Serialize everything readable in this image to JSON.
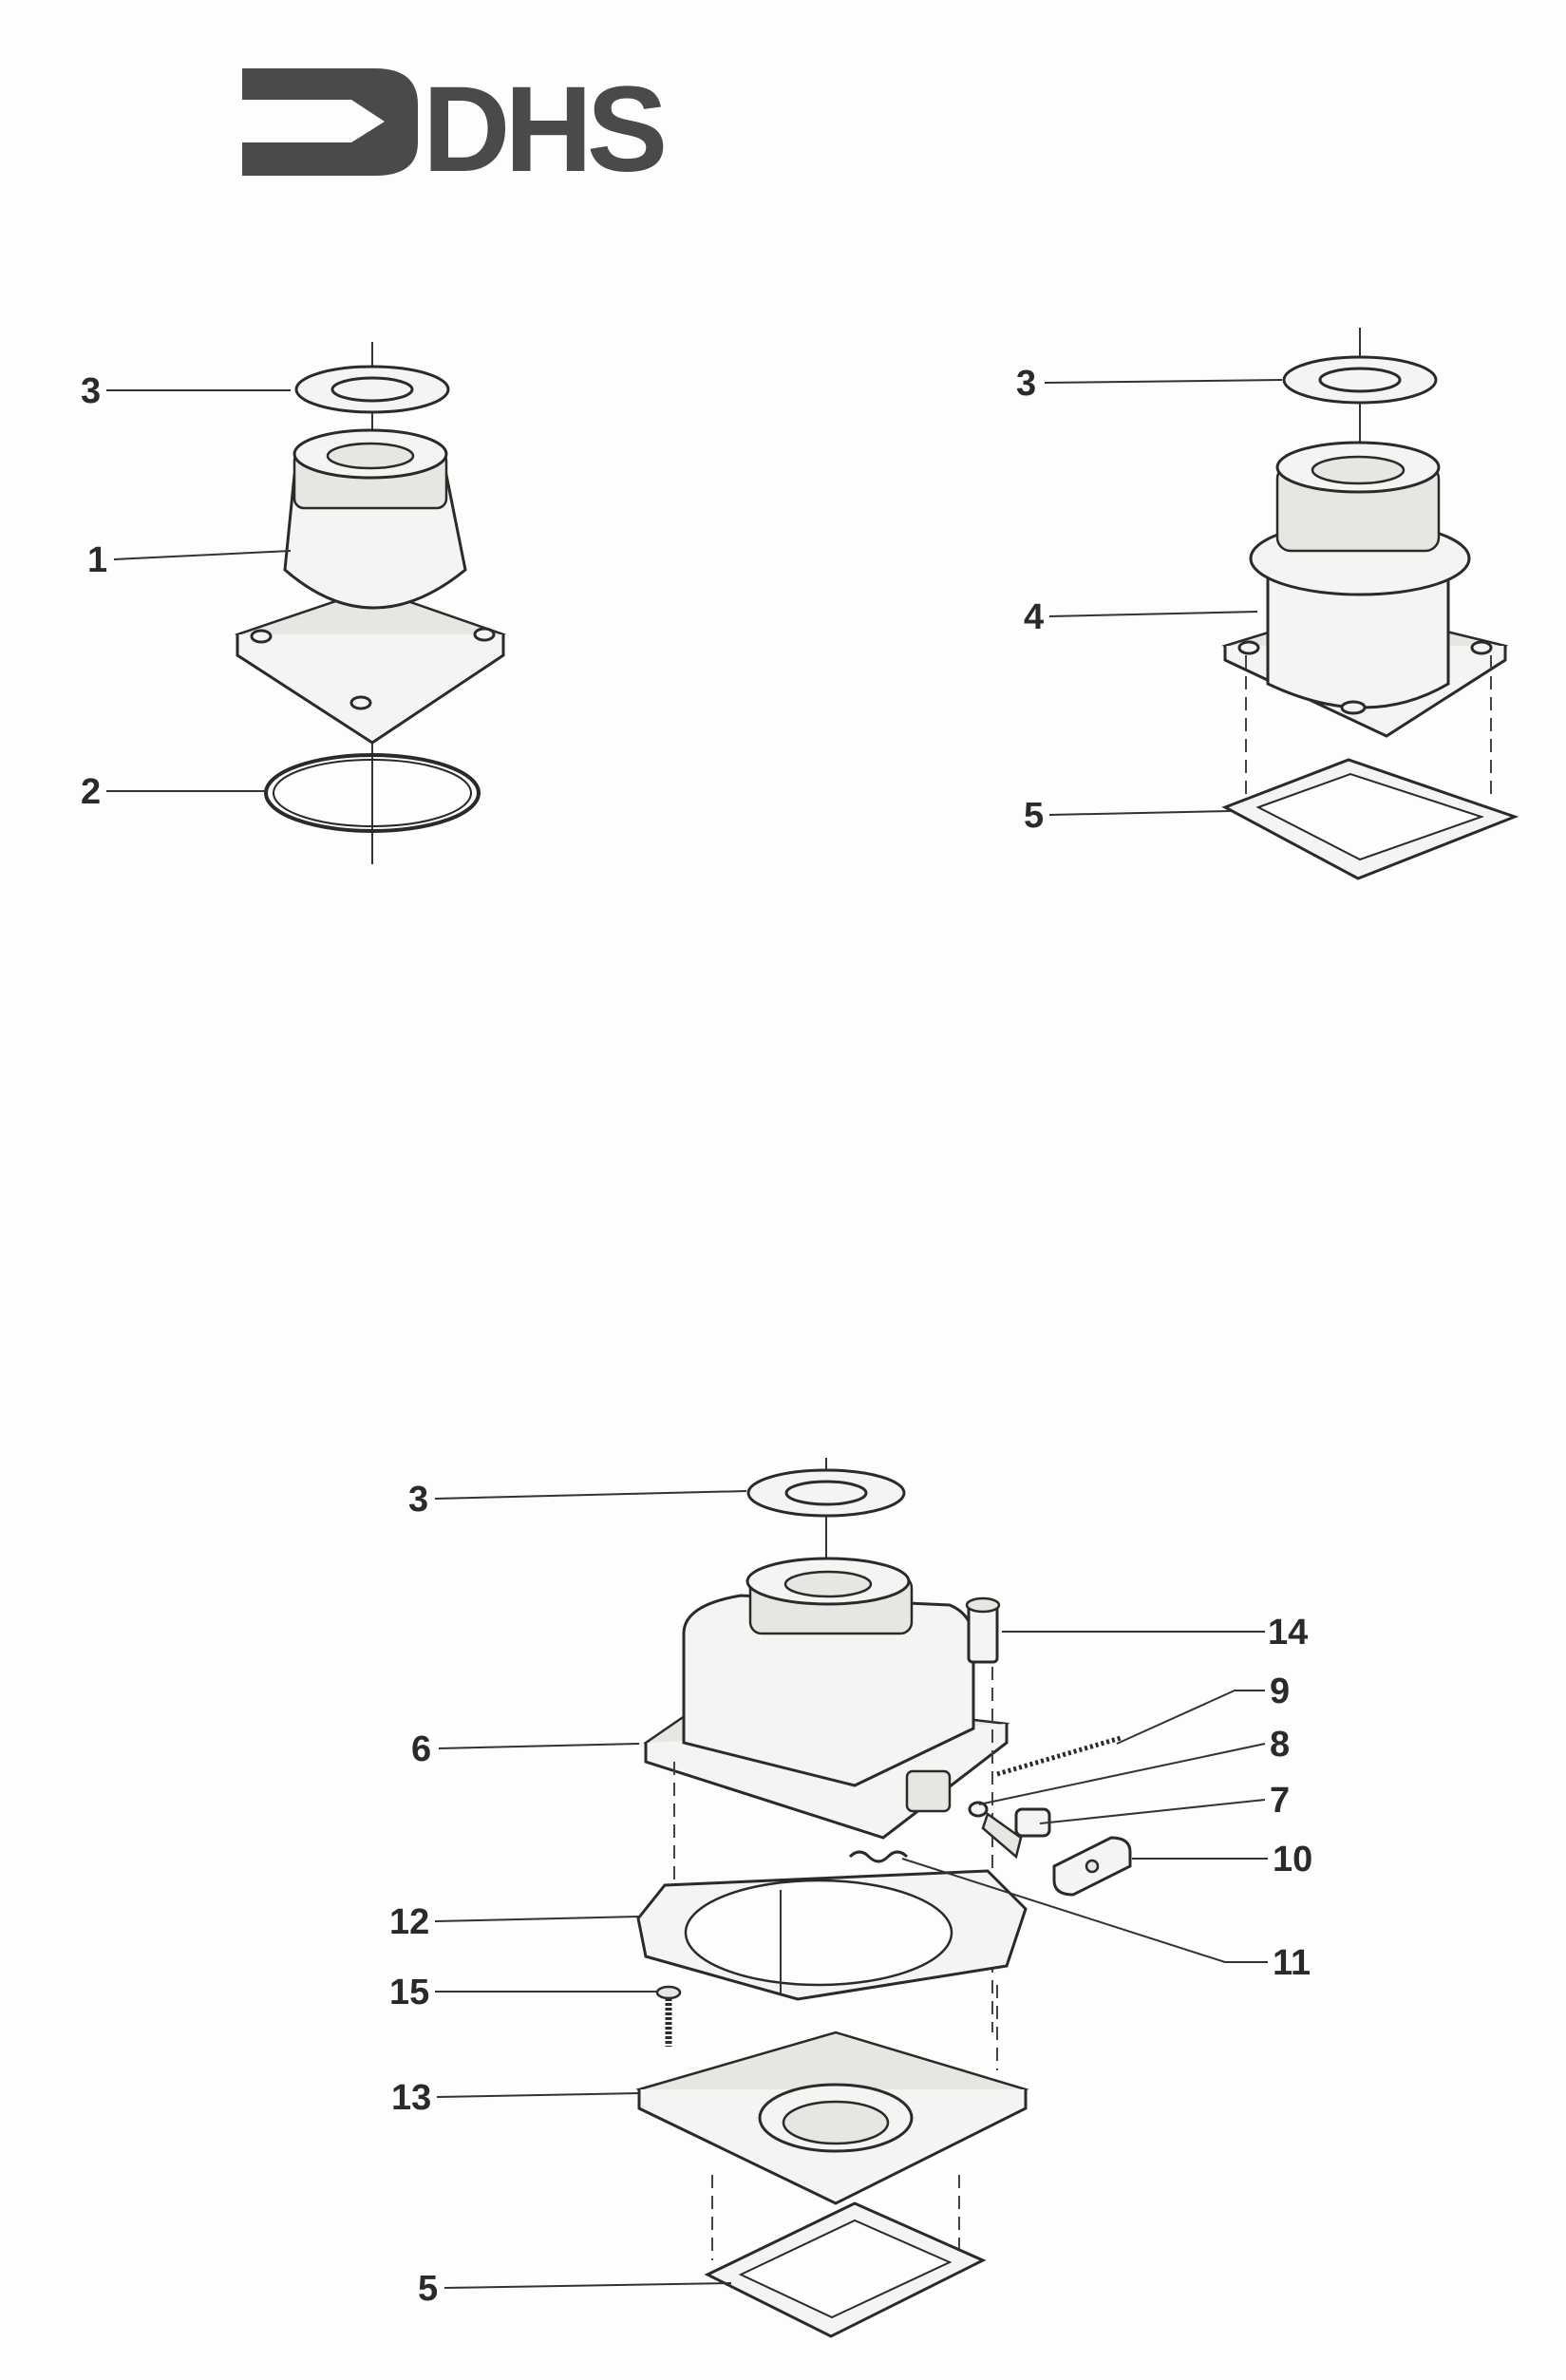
{
  "logo": {
    "text": "DHS",
    "color": "#4a4a4a"
  },
  "diagram_top_left": {
    "callouts": [
      {
        "num": "3"
      },
      {
        "num": "1"
      },
      {
        "num": "2"
      }
    ]
  },
  "diagram_top_right": {
    "callouts": [
      {
        "num": "3"
      },
      {
        "num": "4"
      },
      {
        "num": "5"
      }
    ]
  },
  "diagram_bottom": {
    "callouts": [
      {
        "num": "3"
      },
      {
        "num": "6"
      },
      {
        "num": "12"
      },
      {
        "num": "15"
      },
      {
        "num": "13"
      },
      {
        "num": "5"
      },
      {
        "num": "14"
      },
      {
        "num": "9"
      },
      {
        "num": "8"
      },
      {
        "num": "7"
      },
      {
        "num": "10"
      },
      {
        "num": "11"
      }
    ]
  }
}
